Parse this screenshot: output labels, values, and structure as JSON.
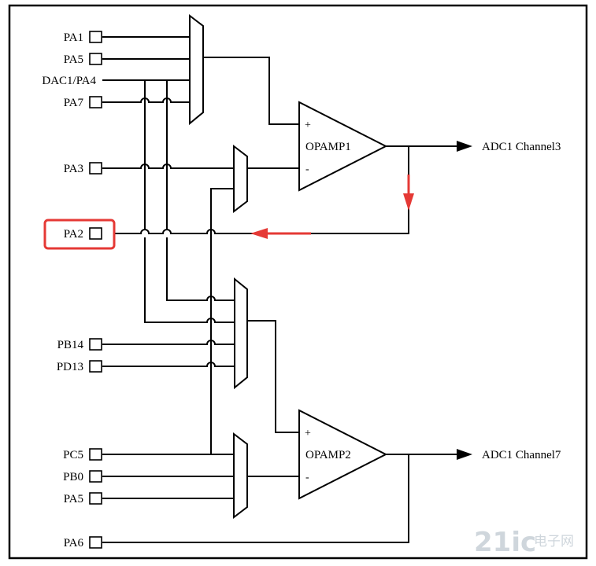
{
  "pins": {
    "pa1": "PA1",
    "pa5_top": "PA5",
    "dac1_pa4": "DAC1/PA4",
    "pa7": "PA7",
    "pa3": "PA3",
    "pa2": "PA2",
    "pb14": "PB14",
    "pd13": "PD13",
    "pc5": "PC5",
    "pb0": "PB0",
    "pa5_bottom": "PA5",
    "pa6": "PA6"
  },
  "opamps": {
    "opamp1": {
      "name": "OPAMP1",
      "plus": "+",
      "minus": "-"
    },
    "opamp2": {
      "name": "OPAMP2",
      "plus": "+",
      "minus": "-"
    }
  },
  "outputs": {
    "out1": "ADC1 Channel3",
    "out2": "ADC1 Channel7"
  },
  "watermark": {
    "logo_text": "21ic",
    "cn_text": "电子网"
  },
  "colors": {
    "highlight": "#e53935",
    "line": "#000000",
    "watermark": "#cfd6dc"
  }
}
